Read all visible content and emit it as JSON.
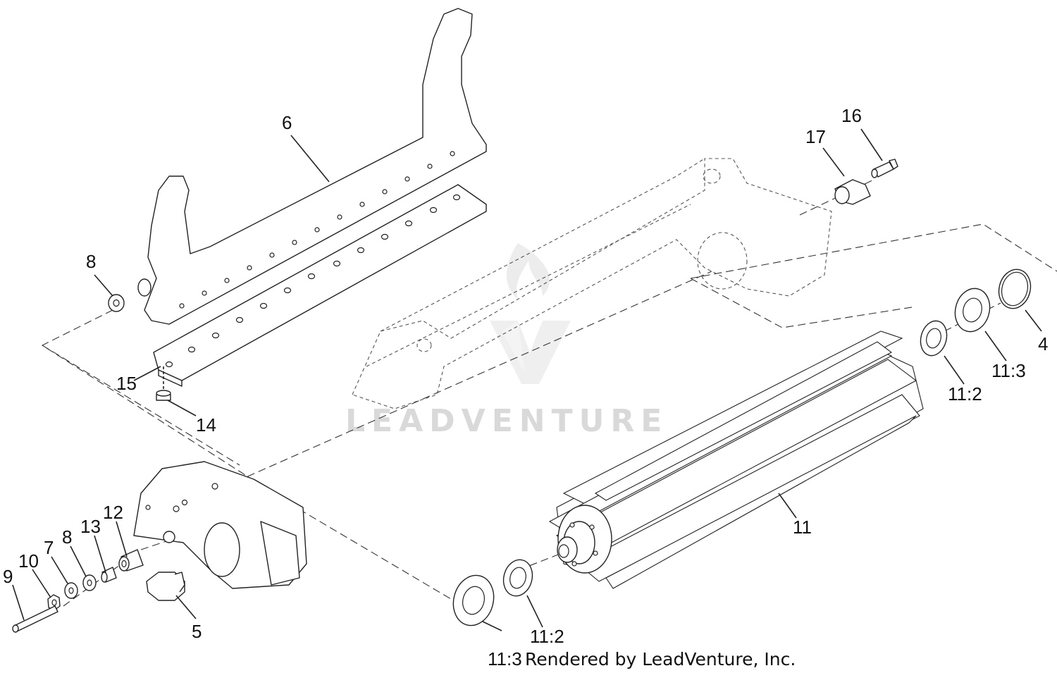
{
  "diagram": {
    "callouts": {
      "c4": "4",
      "c5": "5",
      "c6": "6",
      "c7": "7",
      "c8a": "8",
      "c8b": "8",
      "c9": "9",
      "c10": "10",
      "c11": "11",
      "c11_2a": "11:2",
      "c11_2b": "11:2",
      "c11_3a": "11:3",
      "c11_3b": "11:3",
      "c12": "12",
      "c13": "13",
      "c14": "14",
      "c15": "15",
      "c16": "16",
      "c17": "17"
    },
    "footer": "Rendered by LeadVenture, Inc.",
    "watermark": "LEADVENTURE"
  }
}
